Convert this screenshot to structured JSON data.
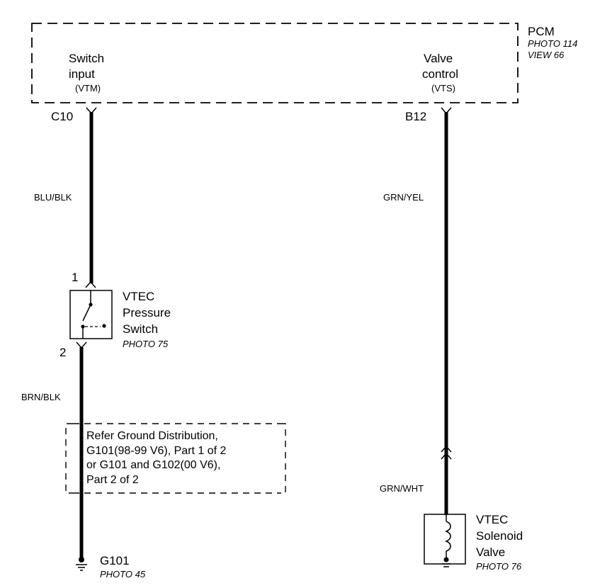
{
  "pcm": {
    "name": "PCM",
    "photo": "PHOTO 114",
    "view": "VIEW 66",
    "switch_input_line1": "Switch",
    "switch_input_line2": "input",
    "switch_input_code": "(VTM)",
    "valve_control_line1": "Valve",
    "valve_control_line2": "control",
    "valve_control_code": "(VTS)"
  },
  "connectors": {
    "left": "C10",
    "right": "B12"
  },
  "wires": {
    "left_upper": "BLU/BLK",
    "right_upper": "GRN/YEL",
    "left_lower": "BRN/BLK",
    "right_lower": "GRN/WHT"
  },
  "pressure_switch": {
    "pin_top": "1",
    "pin_bottom": "2",
    "line1": "VTEC",
    "line2": "Pressure",
    "line3": "Switch",
    "photo": "PHOTO 75"
  },
  "note": {
    "line1": "Refer Ground Distribution,",
    "line2": "G101(98-99 V6), Part 1 of 2",
    "line3": "or G101 and G102(00 V6),",
    "line4": "Part 2 of 2"
  },
  "ground": {
    "name": "G101",
    "photo": "PHOTO 45"
  },
  "solenoid": {
    "line1": "VTEC",
    "line2": "Solenoid",
    "line3": "Valve",
    "photo": "PHOTO 76"
  }
}
